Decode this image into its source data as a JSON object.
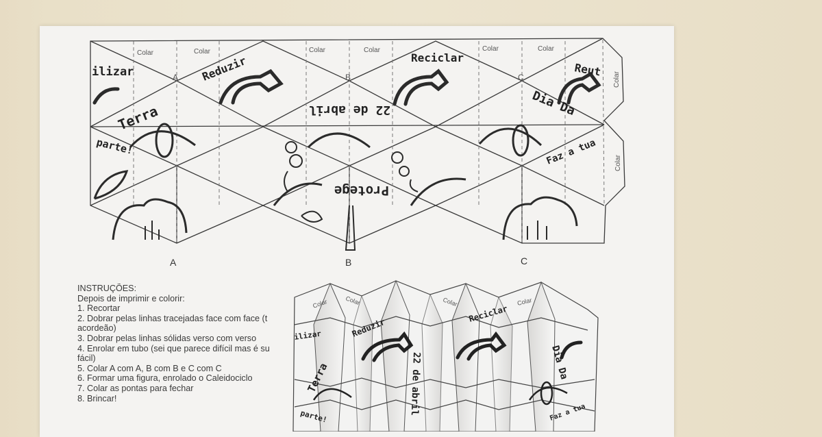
{
  "template": {
    "tab_labels": [
      "Colar",
      "Colar",
      "Colar",
      "Colar",
      "Colar",
      "Colar"
    ],
    "side_tab_labels": [
      "Colar",
      "Colar"
    ],
    "column_markers_top": [
      "A",
      "B",
      "C"
    ],
    "column_markers_bottom": [
      "A",
      "B",
      "C"
    ],
    "words": {
      "reutilizar_left": "ilizar",
      "reduzir": "Reduzir",
      "reciclar": "Reciclar",
      "reutilizar_right": "Reut",
      "terra": "Terra",
      "date_upside": "22 de abril",
      "dia_da": "Dia Da",
      "parte": "parte!",
      "protege_upside": "Protege",
      "faz_a_tua": "Faz a tua"
    }
  },
  "instructions": {
    "title": "INSTRUÇÕES:",
    "subtitle": "Depois de imprimir e colorir:",
    "steps": [
      "1. Recortar",
      "2. Dobrar pelas linhas tracejadas face com face (t",
      "acordeão)",
      "3. Dobrar pelas linhas sólidas verso com verso",
      "4. Enrolar em tubo (sei que parece difícil mas é su",
      "fácil)",
      "5. Colar A com A, B com B e C com C",
      "6. Formar uma figura, enrolado o Caleidociclo",
      "7. Colar as pontas para fechar",
      "8. Brincar!"
    ]
  },
  "folded_model": {
    "labels": [
      "Colar",
      "Colar",
      "Colar",
      "Colar",
      "Reduzir",
      "Reciclar",
      "Terra",
      "22 de abril",
      "Dia Da",
      "parte!",
      "Faz a tua",
      "ilizar"
    ]
  }
}
